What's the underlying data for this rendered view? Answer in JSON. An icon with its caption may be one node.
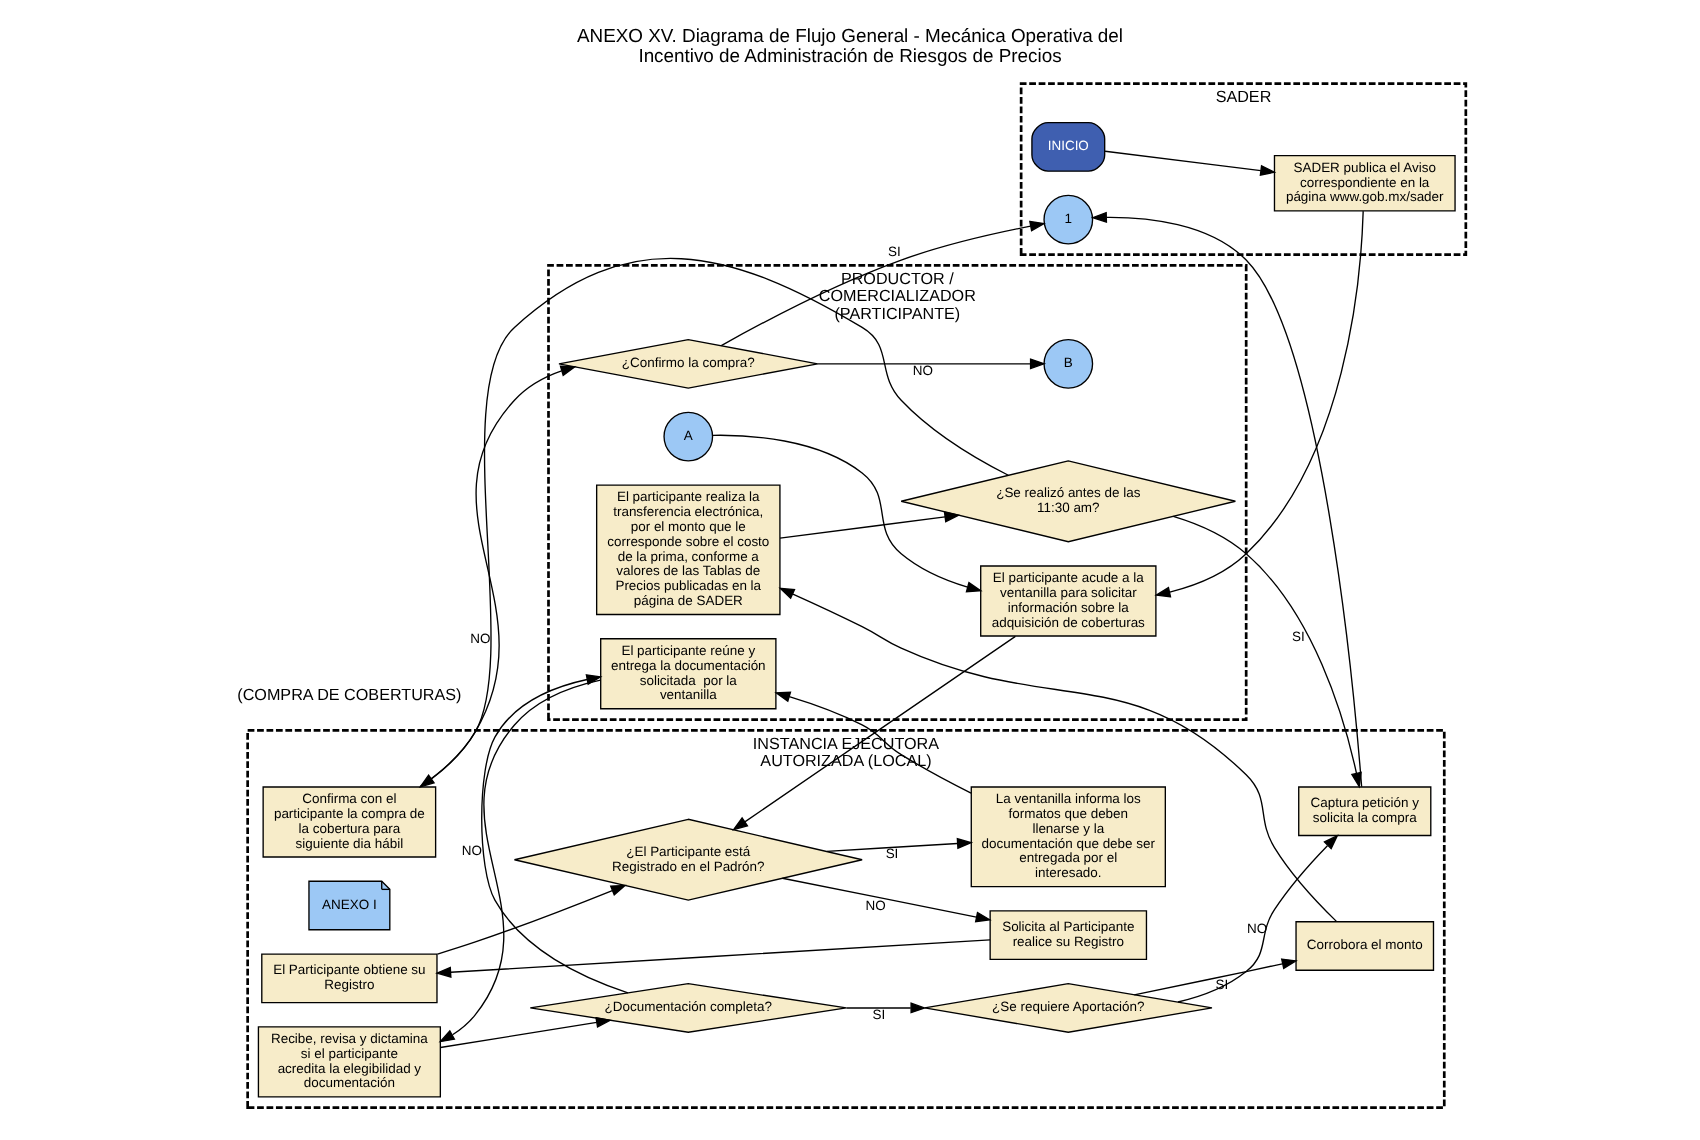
{
  "diagram": {
    "title": "ANEXO XV. Diagrama de Flujo General - Mecánica Operativa del Incentivo de Administración de Riesgos de Precios",
    "nodes": [
      {
        "text": [
          "SADER"
        ]
      },
      {
        "text": [
          "PRODUCTOR / COMERCIALIZADOR (PARTICIPANTE)"
        ]
      },
      {
        "text": [
          "INSTANCIA EJECUTORA AUTORIZADA (LOCAL)"
        ]
      },
      {
        "text": [
          "INICIO"
        ],
        "in": 0
      },
      {
        "text": [
          "SADER publica el Aviso correspondiente en la página www.gob.mx/sader"
        ],
        "in": 0
      },
      {
        "text": [
          "A"
        ],
        "in": 1
      },
      {
        "text": [
          "El participante acude a la ventanilla para solicitar información sobre la adquisición de coberturas"
        ],
        "in": 1
      },
      {
        "text": [
          "El participante reúne y entrega la documentación solicitada  por la ventanilla"
        ],
        "in": 1
      },
      {
        "text": [
          "El participante realiza la transferencia electrónica, por el monto que le corresponde sobre el costo de la prima, conforme a valores de las Tablas de Precios publicadas en la página de SADER"
        ],
        "in": 1
      },
      {
        "text": [
          "¿Se realizó antes de las 11:30 am?"
        ],
        "in": 1
      },
      {
        "text": [
          "1"
        ],
        "in": 0
      },
      {
        "text": [
          "B"
        ],
        "in": 1
      },
      {
        "text": [
          "¿Confirmo la compra?"
        ],
        "in": 1
      },
      {
        "text": [
          "El Participante obtiene su Registro"
        ],
        "in": 2
      },
      {
        "text": [
          "¿El Participante está Registrado en el Padrón?"
        ],
        "in": 2
      },
      {
        "text": [
          "ANEXO I"
        ],
        "in": 2
      },
      {
        "text": [
          "Solicita al Participante realice su Registro"
        ],
        "in": 2
      },
      {
        "text": [
          "La ventanilla informa los formatos que deben llenarse y la documentación que debe ser entregada por el interesado."
        ],
        "in": 2
      },
      {
        "text": [
          "Corrobora el monto"
        ],
        "in": 2
      },
      {
        "text": [
          "Confirma con el participante la compra de la cobertura para siguiente dia hábil"
        ],
        "in": 2
      },
      {
        "text": [
          "¿Se requiere Aportación?"
        ],
        "in": 2
      },
      {
        "text": [
          "Recibe, revisa y dictamina si el participante acredita la elegibilidad y documentación"
        ],
        "in": 2
      },
      {
        "text": [
          "¿Documentación completa?"
        ],
        "in": 2
      },
      {
        "text": [
          "Captura petición y solicita la compra"
        ],
        "in": 2
      }
    ],
    "edges": [
      {
        "from": 3,
        "to": 4,
        "arrow": "to"
      },
      {
        "from": 4,
        "to": 6,
        "arrow": "to"
      },
      {
        "from": 5,
        "to": 6,
        "arrow": "to"
      },
      {
        "from": 6,
        "to": 14,
        "arrow": "to"
      },
      {
        "from": 13,
        "to": 14,
        "arrow": "to"
      },
      {
        "from": 14,
        "to": 17,
        "arrow": "to",
        "label": "SI"
      },
      {
        "from": 14,
        "to": 16,
        "arrow": "to",
        "label": "NO"
      },
      {
        "from": 16,
        "to": 13,
        "arrow": "to"
      },
      {
        "from": 17,
        "to": 7,
        "arrow": "to"
      },
      {
        "from": 7,
        "to": 21,
        "arrow": "to"
      },
      {
        "from": 21,
        "to": 22,
        "arrow": "to"
      },
      {
        "from": 22,
        "to": 7,
        "arrow": "to",
        "label": "NO"
      },
      {
        "from": 22,
        "to": 20,
        "arrow": "to",
        "label": "SI"
      },
      {
        "from": 20,
        "to": 18,
        "arrow": "to",
        "label": "SI"
      },
      {
        "from": 20,
        "to": 23,
        "arrow": "to",
        "label": "NO"
      },
      {
        "from": 18,
        "to": 8,
        "arrow": "to"
      },
      {
        "from": 8,
        "to": 9,
        "arrow": "to"
      },
      {
        "from": 9,
        "to": 23,
        "arrow": "to",
        "label": "SI"
      },
      {
        "from": 9,
        "to": 19,
        "arrow": "to",
        "label": "NO"
      },
      {
        "from": 19,
        "to": 12,
        "arrow": "to"
      },
      {
        "from": 12,
        "to": 10,
        "arrow": "to",
        "label": "SI"
      },
      {
        "from": 12,
        "to": 11,
        "arrow": "to",
        "label": "NO"
      },
      {
        "from": 23,
        "to": 10,
        "arrow": "to"
      }
    ],
    "labels": [
      "(COMPRA DE COBERTURAS)"
    ]
  }
}
